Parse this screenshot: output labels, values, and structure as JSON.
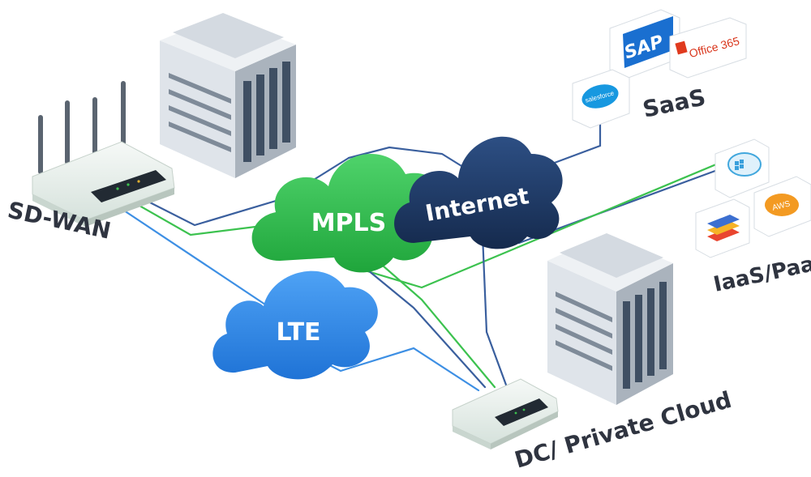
{
  "labels": {
    "sdwan": "SD-WAN",
    "saas": "SaaS",
    "iaas": "IaaS/PaaS",
    "dc": "DC/ Private Cloud"
  },
  "clouds": {
    "mpls": "MPLS",
    "internet": "Internet",
    "lte": "LTE"
  },
  "logos": {
    "sap": "SAP",
    "office": "Office 365",
    "salesforce": "salesforce",
    "aws": "AWS"
  },
  "colors": {
    "mpls": "#2ebd4a",
    "internet": "#1f3a66",
    "lte": "#2f86e6",
    "dark_line": "#3a5f9e",
    "green_line": "#3cc24f",
    "blue_line": "#3d8fe4",
    "text": "#2f3440"
  }
}
